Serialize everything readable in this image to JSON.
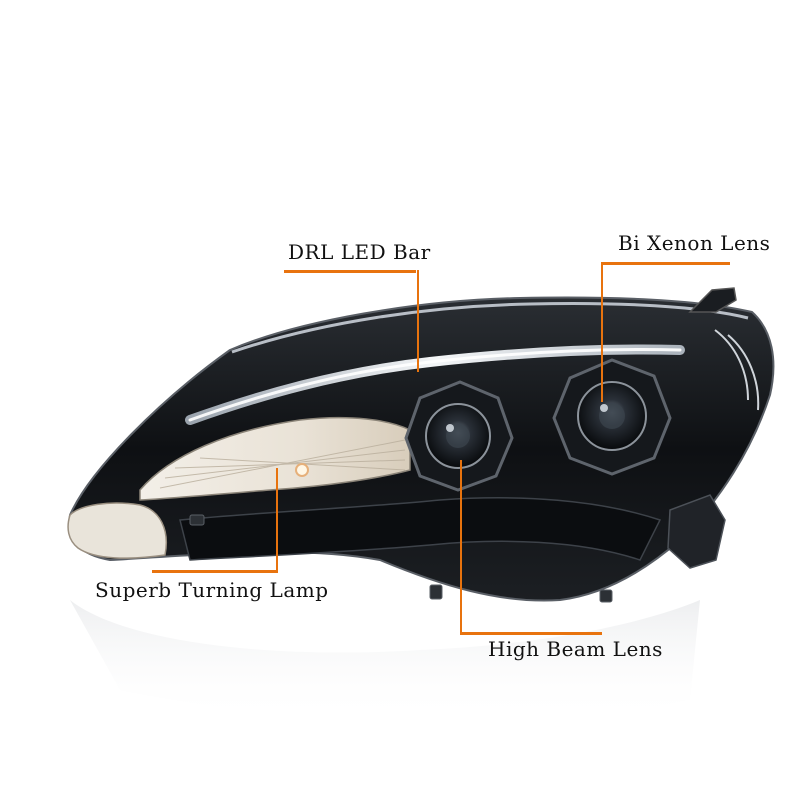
{
  "callouts": {
    "drl": {
      "label": "DRL LED Bar"
    },
    "bixenon": {
      "label": "Bi Xenon Lens"
    },
    "turning": {
      "label": "Superb Turning Lamp"
    },
    "highbeam": {
      "label": "High Beam Lens"
    }
  },
  "colors": {
    "accent": "#e8730e",
    "background": "#ffffff",
    "housing": "#121417",
    "chrome": "#d9dde2",
    "label_text": "#111111"
  }
}
